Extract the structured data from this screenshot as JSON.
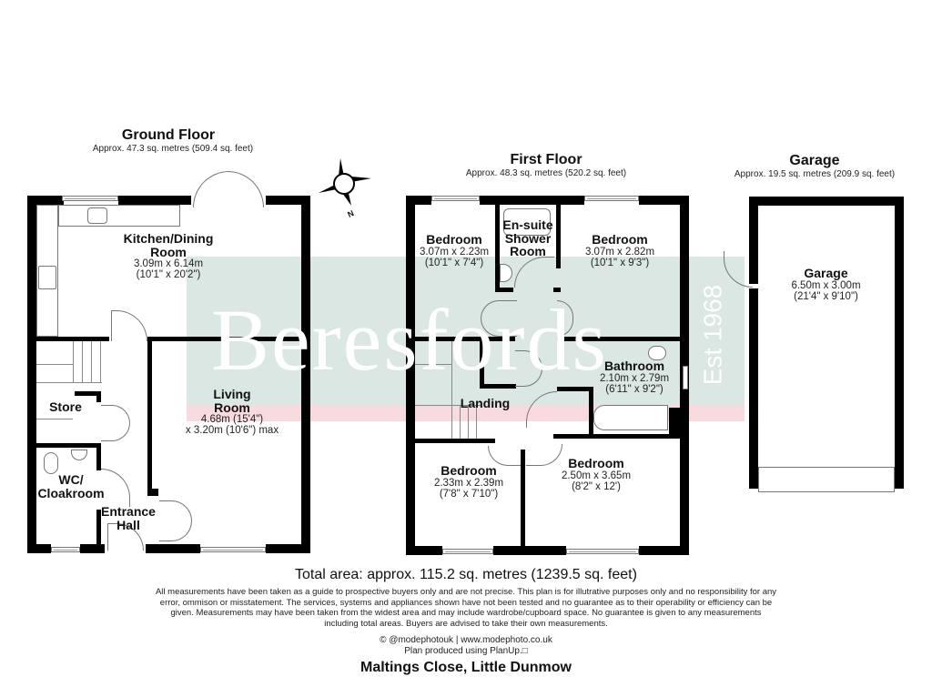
{
  "ground_floor": {
    "title": "Ground Floor",
    "area": "Approx. 47.3 sq. metres (509.4 sq. feet)",
    "rooms": [
      {
        "name": "Kitchen/Dining Room",
        "name_line1": "Kitchen/Dining",
        "name_line2": "Room",
        "dim_m": "3.09m x 6.14m",
        "dim_ft": "(10'1\" x 20'2\")"
      },
      {
        "name": "Living Room",
        "name_line1": "Living",
        "name_line2": "Room",
        "dim_m": "4.68m (15'4\")",
        "dim_ft": "x 3.20m (10'6\") max"
      },
      {
        "name": "Store",
        "name_line1": "Store"
      },
      {
        "name": "WC/ Cloakroom",
        "name_line1": "WC/",
        "name_line2": "Cloakroom"
      },
      {
        "name": "Entrance Hall",
        "name_line1": "Entrance",
        "name_line2": "Hall"
      }
    ]
  },
  "first_floor": {
    "title": "First Floor",
    "area": "Approx. 48.3 sq. metres (520.2 sq. feet)",
    "rooms": [
      {
        "name": "Bedroom",
        "name_line1": "Bedroom",
        "dim_m": "3.07m x 2.23m",
        "dim_ft": "(10'1\" x 7'4\")"
      },
      {
        "name": "En-suite Shower Room",
        "name_line1": "En-suite",
        "name_line2": "Shower",
        "name_line3": "Room"
      },
      {
        "name": "Bedroom",
        "name_line1": "Bedroom",
        "dim_m": "3.07m x 2.82m",
        "dim_ft": "(10'1\" x 9'3\")"
      },
      {
        "name": "Bathroom",
        "name_line1": "Bathroom",
        "dim_m": "2.10m x 2.79m",
        "dim_ft": "(6'11\" x 9'2\")"
      },
      {
        "name": "Landing",
        "name_line1": "Landing"
      },
      {
        "name": "Bedroom",
        "name_line1": "Bedroom",
        "dim_m": "2.33m x 2.39m",
        "dim_ft": "(7'8\" x 7'10\")"
      },
      {
        "name": "Bedroom",
        "name_line1": "Bedroom",
        "dim_m": "2.50m x 3.65m",
        "dim_ft": "(8'2\" x 12')"
      }
    ]
  },
  "garage": {
    "title": "Garage",
    "area": "Approx. 19.5 sq. metres (209.9 sq. feet)",
    "rooms": [
      {
        "name": "Garage",
        "name_line1": "Garage",
        "dim_m": "6.50m x 3.00m",
        "dim_ft": "(21'4\" x 9'10\")"
      }
    ]
  },
  "compass": {
    "label": "N"
  },
  "watermark": {
    "text": "Beresfords",
    "est": "Est 1968",
    "colors": {
      "green": "#d3e3de",
      "pink": "#f7d5d8"
    }
  },
  "footer": {
    "total_area": "Total area: approx. 115.2 sq. metres (1239.5 sq. feet)",
    "disclaimer_lines": [
      "All measurements have been taken as a guide to prospective buyers only and are not precise. This plan is for illutrative purposes only and no responsibility for any",
      "error, ommison or misstatement. The services, systems and appliances shown have not been tested and no guarantee as to their operability or efficiency can be",
      "given. Measurements may have been taken from the widest area and may include wardrobe/cupboard space. No guarantee is given to any measurements",
      "including total areas. Buyers are advised to take their own measurements."
    ],
    "credit_line1": "© @modephotouk | www.modephoto.co.uk",
    "credit_line2": "Plan produced using PlanUp.□",
    "address": "Maltings Close, Little Dunmow"
  }
}
